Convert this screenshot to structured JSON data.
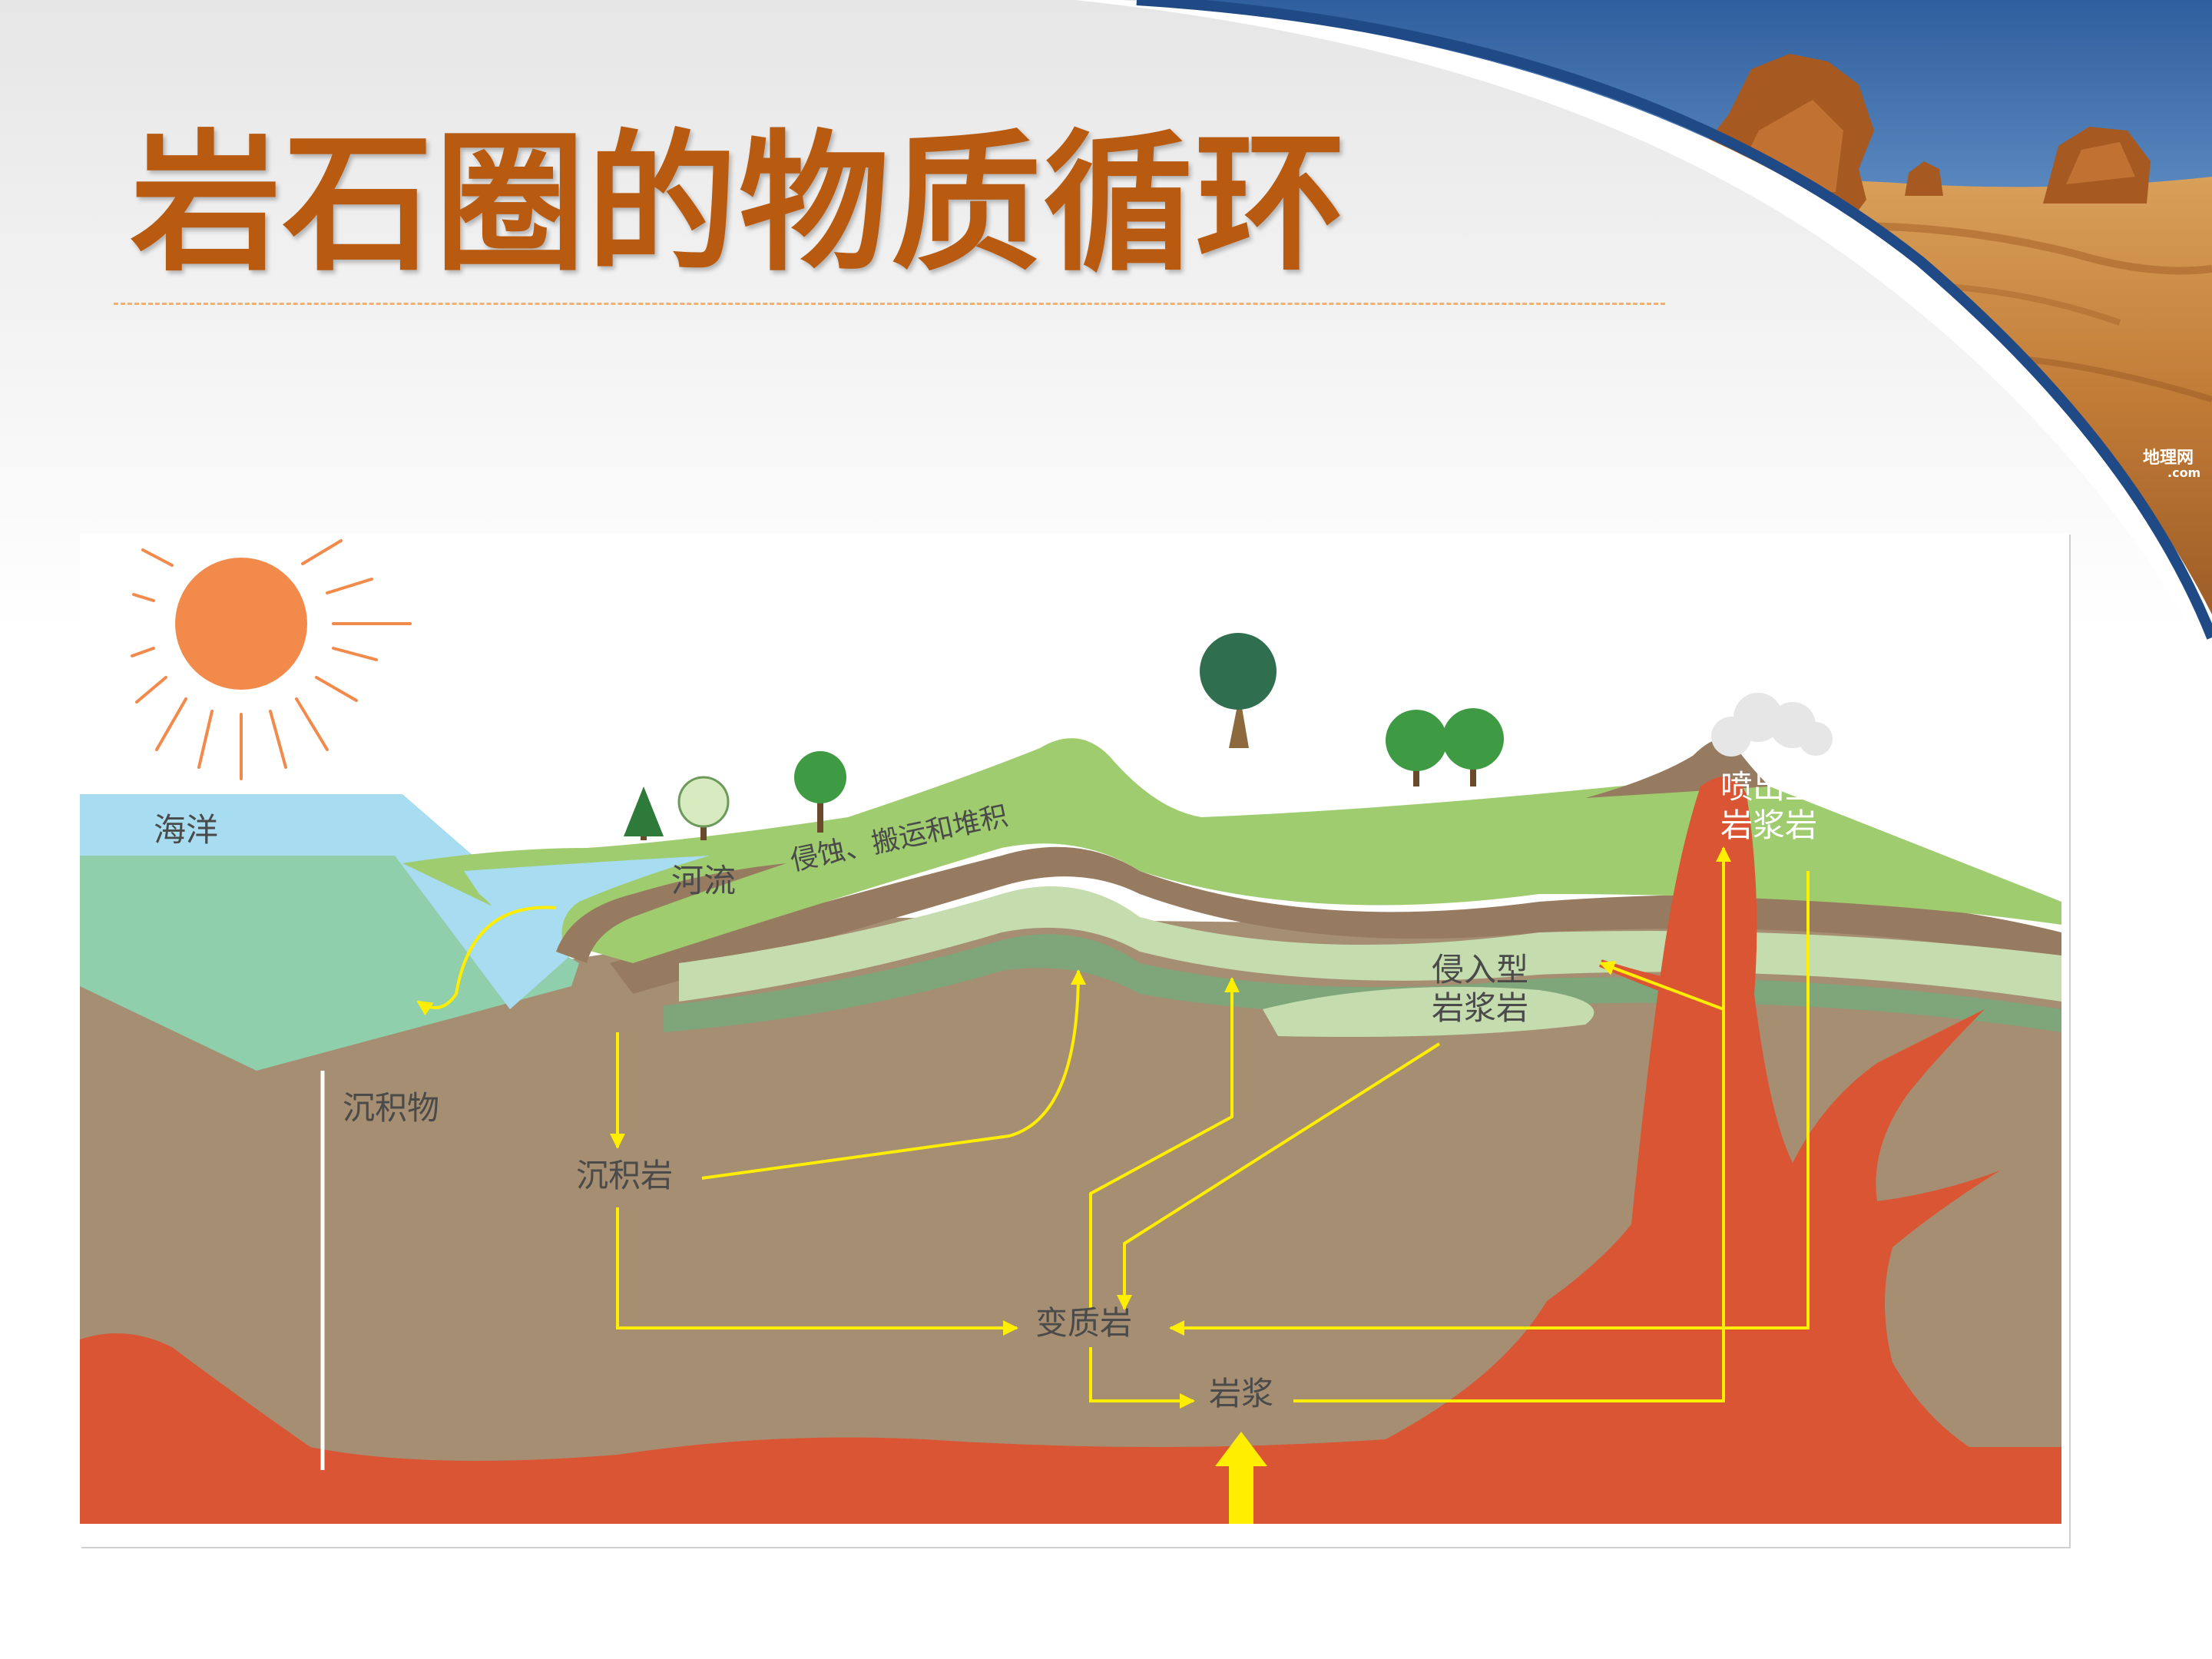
{
  "slide": {
    "title": "岩石圈的物质循环",
    "corner_brand": "地理网",
    "corner_brand_sub": ".com"
  },
  "diagram": {
    "labels": {
      "ocean": "海洋",
      "river": "河流",
      "erosion": "侵蚀、搬运和堆积",
      "sediment": "沉积物",
      "sedimentary_rock": "沉积岩",
      "metamorphic_rock": "变质岩",
      "magma": "岩浆",
      "intrusive_line1": "侵入型",
      "intrusive_line2": "岩浆岩",
      "extrusive_line1": "喷出型",
      "extrusive_line2": "岩浆岩"
    },
    "icons": [
      "sun-icon",
      "pine-tree-icon",
      "tree-icon",
      "volcano-icon",
      "smoke-icon",
      "heat-arrow-icon"
    ]
  },
  "colors": {
    "title": "#b85a10",
    "divider": "#f0b070",
    "sun": "#f28a4c",
    "sea": "#a8dcf0",
    "sea_sediment": "#8fcfab",
    "grass": "#9fcc6e",
    "earth": "#a68e72",
    "earth_dark": "#977b60",
    "rock_green": "#c4dcae",
    "magma": "#d95533",
    "flow_arrow": "#ffee00",
    "sky": "#4a78b5",
    "sand": "#c8853f"
  }
}
